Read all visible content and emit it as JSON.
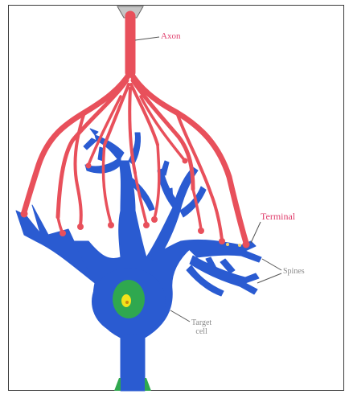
{
  "diagram": {
    "labels": {
      "axon": "Axon",
      "terminal": "Terminal",
      "spines": "Spines",
      "target_cell_line1": "Target",
      "target_cell_line2": "cell"
    },
    "colors": {
      "axon": "#e8505b",
      "cell": "#2a5bd1",
      "nucleus_outer": "#2fa84f",
      "nucleus_inner": "#f2e21a",
      "label_pink": "#e0406e",
      "label_grey": "#8a8a8a",
      "frame": "#3a3a3a"
    }
  }
}
